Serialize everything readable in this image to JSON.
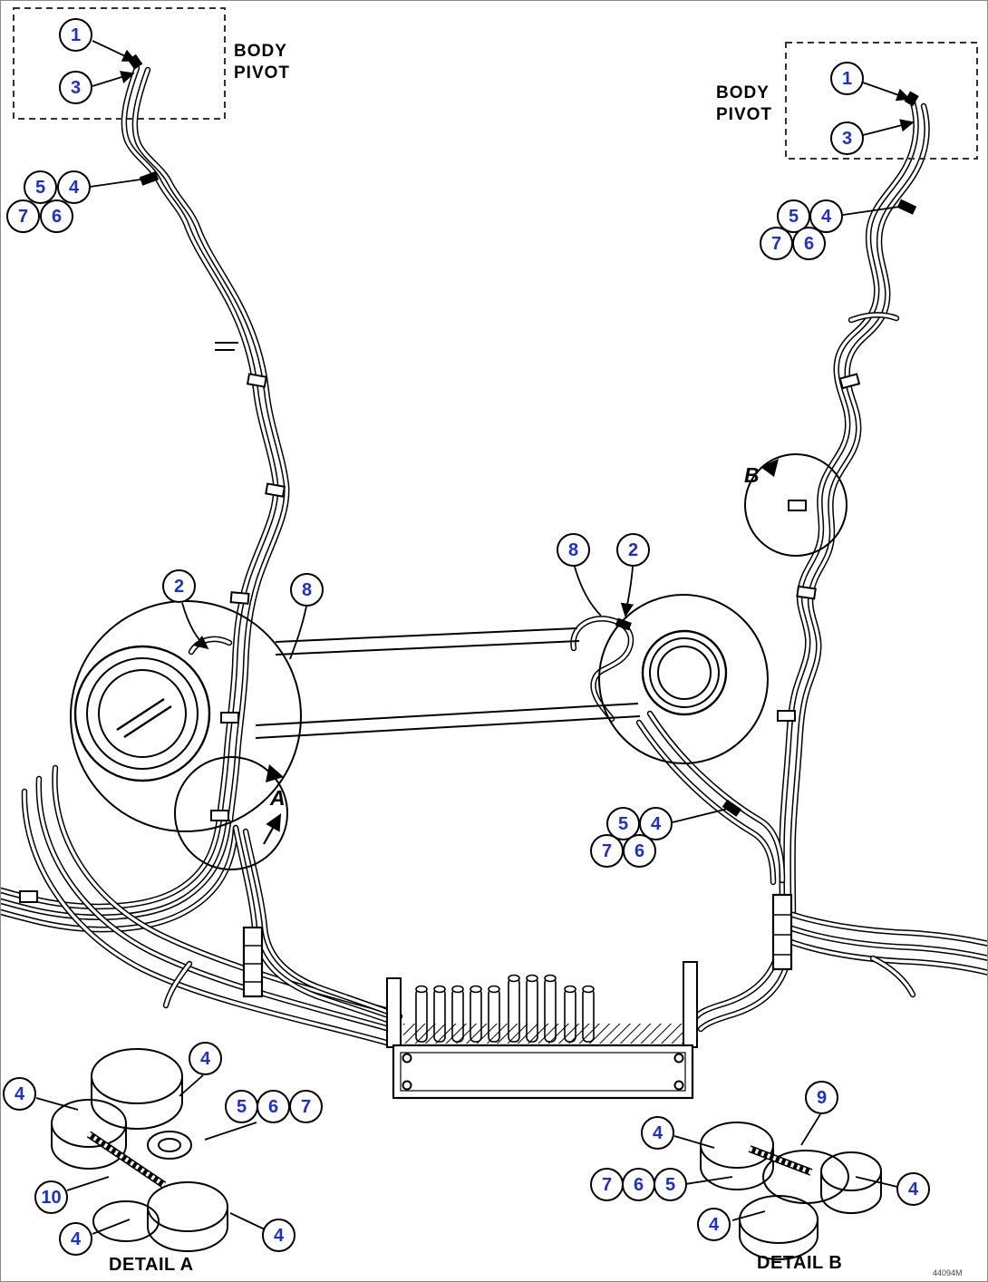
{
  "colors": {
    "callout_text": "#1c2fd6"
  },
  "labels": {
    "body_pivot_left": "BODY\nPIVOT",
    "body_pivot_right": "BODY\nPIVOT",
    "detail_a": "DETAIL A",
    "detail_b": "DETAIL B",
    "view_a": "A",
    "view_b": "B",
    "figure_number": "44094M"
  },
  "callouts": [
    {
      "label": "1",
      "area": "body-pivot-left"
    },
    {
      "label": "3",
      "area": "body-pivot-left"
    },
    {
      "label": "5",
      "area": "upper-left-clamp-group"
    },
    {
      "label": "4",
      "area": "upper-left-clamp-group"
    },
    {
      "label": "7",
      "area": "upper-left-clamp-group"
    },
    {
      "label": "6",
      "area": "upper-left-clamp-group"
    },
    {
      "label": "1",
      "area": "body-pivot-right"
    },
    {
      "label": "3",
      "area": "body-pivot-right"
    },
    {
      "label": "5",
      "area": "upper-right-clamp-group"
    },
    {
      "label": "4",
      "area": "upper-right-clamp-group"
    },
    {
      "label": "7",
      "area": "upper-right-clamp-group"
    },
    {
      "label": "6",
      "area": "upper-right-clamp-group"
    },
    {
      "label": "2",
      "area": "mid-left"
    },
    {
      "label": "8",
      "area": "mid-left"
    },
    {
      "label": "8",
      "area": "mid-right"
    },
    {
      "label": "2",
      "area": "mid-right"
    },
    {
      "label": "5",
      "area": "lower-right-clamp-group"
    },
    {
      "label": "4",
      "area": "lower-right-clamp-group"
    },
    {
      "label": "7",
      "area": "lower-right-clamp-group"
    },
    {
      "label": "6",
      "area": "lower-right-clamp-group"
    },
    {
      "label": "4",
      "area": "detail-a"
    },
    {
      "label": "4",
      "area": "detail-a"
    },
    {
      "label": "5",
      "area": "detail-a"
    },
    {
      "label": "6",
      "area": "detail-a"
    },
    {
      "label": "7",
      "area": "detail-a"
    },
    {
      "label": "10",
      "area": "detail-a"
    },
    {
      "label": "4",
      "area": "detail-a"
    },
    {
      "label": "4",
      "area": "detail-a"
    },
    {
      "label": "9",
      "area": "detail-b"
    },
    {
      "label": "4",
      "area": "detail-b"
    },
    {
      "label": "7",
      "area": "detail-b"
    },
    {
      "label": "6",
      "area": "detail-b"
    },
    {
      "label": "5",
      "area": "detail-b"
    },
    {
      "label": "4",
      "area": "detail-b"
    },
    {
      "label": "4",
      "area": "detail-b"
    }
  ]
}
